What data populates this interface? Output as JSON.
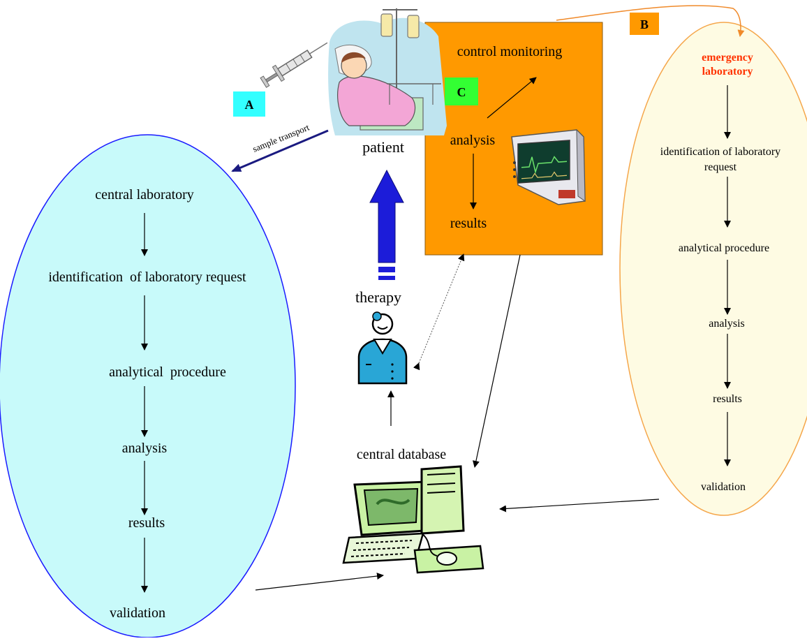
{
  "labels": {
    "a": "A",
    "b": "B",
    "c": "C"
  },
  "patient": "patient",
  "sample_transport": "sample transport",
  "therapy": "therapy",
  "central_database": "central database",
  "central_lab": {
    "steps": [
      "central laboratory",
      "identification  of laboratory request",
      "analytical  procedure",
      "analysis",
      "results",
      "validation"
    ]
  },
  "poc": {
    "control": "control monitoring",
    "analysis": "analysis",
    "results": "results"
  },
  "emergency_lab": {
    "title_line1": "emergency",
    "title_line2": "laboratory",
    "request_line1": "identification of laboratory",
    "request_line2": "request",
    "procedure": "analytical procedure",
    "analysis": "analysis",
    "results": "results",
    "validation": "validation"
  },
  "colors": {
    "central_lab_fill": "#c8fafa",
    "central_lab_stroke": "#1a1aff",
    "emergency_fill": "#fefbe3",
    "emergency_stroke": "#f5a64a",
    "emergency_title": "#ff3300",
    "poc_fill": "#ff9900",
    "label_a": "#33ffff",
    "label_b": "#ff9900",
    "label_c": "#33ff33",
    "therapy_arrow": "#1c1cd9",
    "transport_arrow": "#1a1a80"
  }
}
